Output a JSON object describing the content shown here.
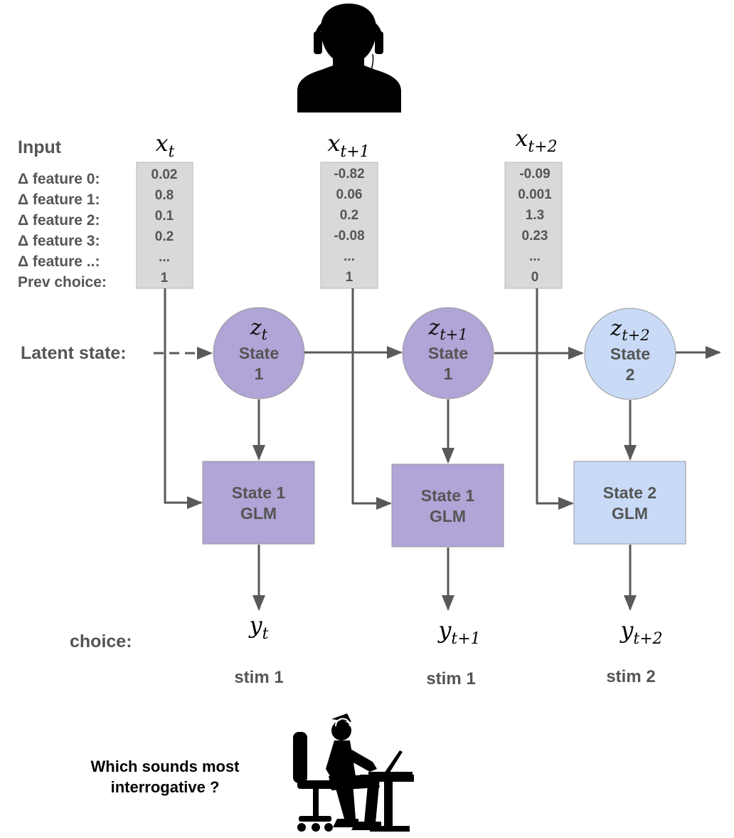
{
  "input": {
    "heading": "Input",
    "row_labels": [
      "Δ feature 0:",
      "Δ feature 1:",
      "Δ feature 2:",
      "Δ feature 3:",
      "Δ feature ..:",
      "Prev choice:"
    ]
  },
  "latent_label": "Latent state:",
  "choice_label": "choice:",
  "timesteps": [
    {
      "x_base": "x",
      "x_sub": "t",
      "values": [
        "0.02",
        "0.8",
        "0.1",
        "0.2",
        "...",
        "1"
      ],
      "z_base": "z",
      "z_sub": "t",
      "state_line1": "State",
      "state_line2": "1",
      "glm_line1": "State 1",
      "glm_line2": "GLM",
      "y_base": "y",
      "y_sub": "t",
      "stim": "stim 1",
      "color": "#b1a4d6"
    },
    {
      "x_base": "x",
      "x_sub": "t+1",
      "values": [
        "-0.82",
        "0.06",
        "0.2",
        "-0.08",
        "...",
        "1"
      ],
      "z_base": "z",
      "z_sub": "t+1",
      "state_line1": "State",
      "state_line2": "1",
      "glm_line1": "State 1",
      "glm_line2": "GLM",
      "y_base": "y",
      "y_sub": "t+1",
      "stim": "stim 1",
      "color": "#b1a4d6"
    },
    {
      "x_base": "x",
      "x_sub": "t+2",
      "values": [
        "-0.09",
        "0.001",
        "1.3",
        "0.23",
        "...",
        "0"
      ],
      "z_base": "z",
      "z_sub": "t+2",
      "state_line1": "State",
      "state_line2": "2",
      "glm_line1": "State 2",
      "glm_line2": "GLM",
      "y_base": "y",
      "y_sub": "t+2",
      "stim": "stim 2",
      "color": "#c8daf6"
    }
  ],
  "question": {
    "line1": "Which sounds most",
    "line2": "interrogative ?"
  },
  "colors": {
    "text": "#555555",
    "arrow": "#595959",
    "input_box": "#d9d9d9"
  },
  "icons": {
    "top": "person-with-headphones-icon",
    "bottom": "person-at-computer-icon"
  }
}
